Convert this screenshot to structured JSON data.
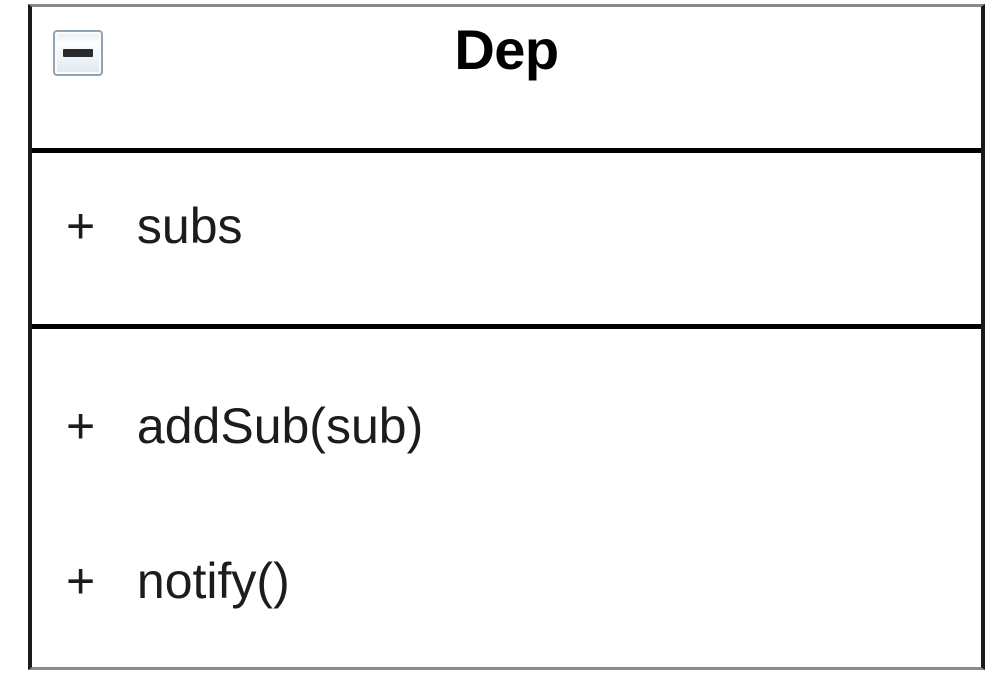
{
  "diagram": {
    "type": "uml-class-diagram",
    "background_color": "#ffffff",
    "border_color": "#1a1a1a",
    "divider_color": "#000000",
    "text_color": "#1c1c1c"
  },
  "class": {
    "name": "Dep",
    "collapse_toggle": {
      "icon": "minus-icon",
      "state": "expanded",
      "tooltip": "Collapse"
    },
    "attributes": [
      {
        "visibility": "+",
        "name": "subs",
        "full": "+ subs"
      }
    ],
    "operations": [
      {
        "visibility": "+",
        "name": "addSub(sub)",
        "full": "+ addSub(sub)"
      },
      {
        "visibility": "+",
        "name": "notify()",
        "full": "+ notify()"
      }
    ]
  }
}
